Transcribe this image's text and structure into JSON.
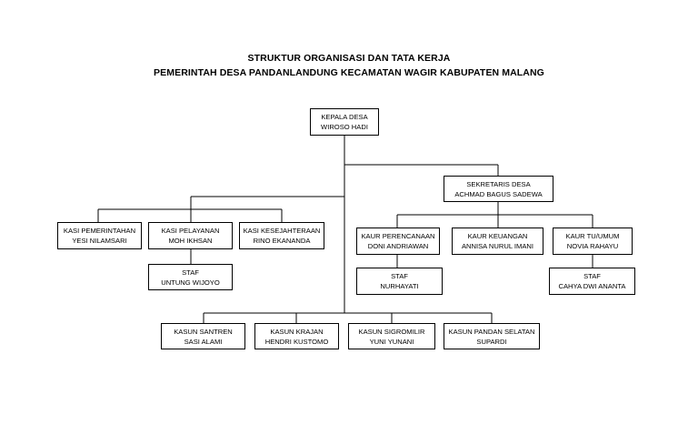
{
  "title": {
    "line1": "STRUKTUR ORGANISASI DAN TATA KERJA",
    "line2": "PEMERINTAH DESA PANDANLANDUNG KECAMATAN WAGIR KABUPATEN MALANG"
  },
  "nodes": {
    "kepala": {
      "role": "KEPALA DESA",
      "name": "WIROSO HADI"
    },
    "sekretaris": {
      "role": "SEKRETARIS DESA",
      "name": "ACHMAD BAGUS SADEWA"
    },
    "kasi_pemerintahan": {
      "role": "KASI PEMERINTAHAN",
      "name": "YESI NILAMSARI"
    },
    "kasi_pelayanan": {
      "role": "KASI PELAYANAN",
      "name": "MOH IKHSAN"
    },
    "kasi_kesejahteraan": {
      "role": "KASI KESEJAHTERAAN",
      "name": "RINO EKANANDA"
    },
    "staf_pelayanan": {
      "role": "STAF",
      "name": "UNTUNG WIJOYO"
    },
    "kaur_perencanaan": {
      "role": "KAUR PERENCANAAN",
      "name": "DONI ANDRIAWAN"
    },
    "kaur_keuangan": {
      "role": "KAUR KEUANGAN",
      "name": "ANNISA NURUL IMANI"
    },
    "kaur_tu": {
      "role": "KAUR TU/UMUM",
      "name": "NOVIA RAHAYU"
    },
    "staf_perencanaan": {
      "role": "STAF",
      "name": "NURHAYATI"
    },
    "staf_tu": {
      "role": "STAF",
      "name": "CAHYA DWI ANANTA"
    },
    "kasun_santren": {
      "role": "KASUN SANTREN",
      "name": "SASI ALAMI"
    },
    "kasun_krajan": {
      "role": "KASUN KRAJAN",
      "name": "HENDRI KUSTOMO"
    },
    "kasun_sigromilir": {
      "role": "KASUN SIGROMILIR",
      "name": "YUNI YUNANI"
    },
    "kasun_pandan_selatan": {
      "role": "KASUN PANDAN SELATAN",
      "name": "SUPARDI"
    }
  }
}
